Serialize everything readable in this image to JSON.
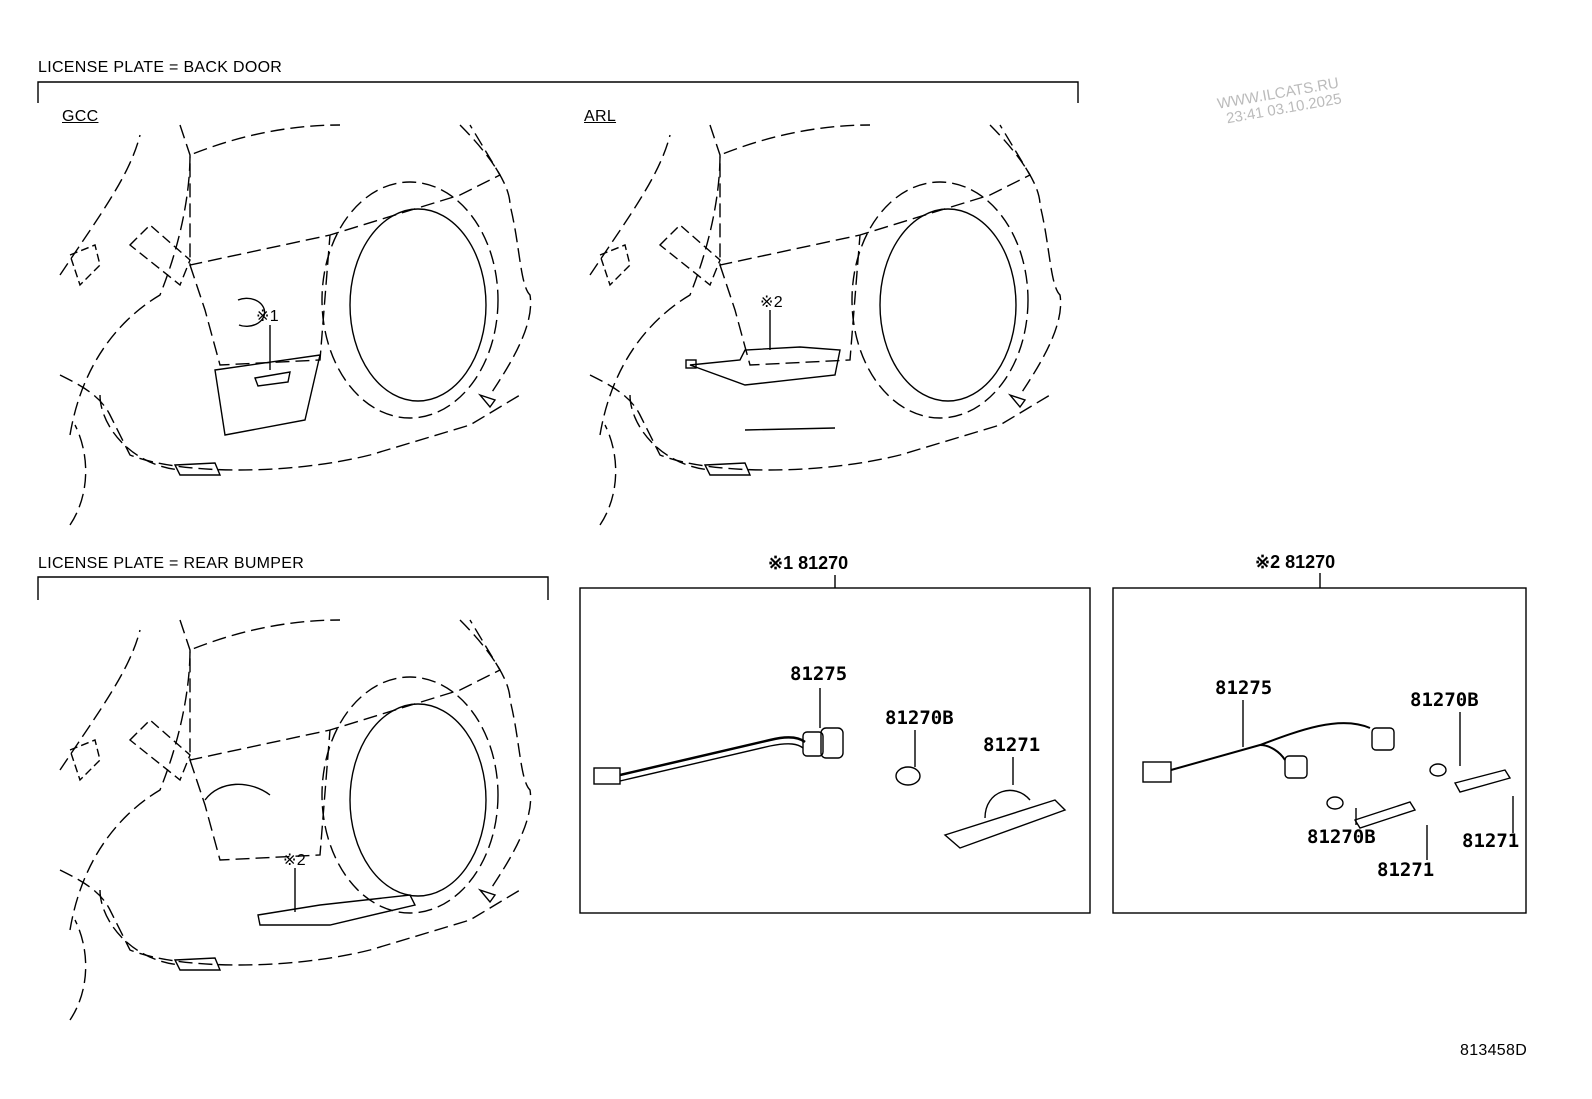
{
  "sections": {
    "back_door": {
      "title": "LICENSE PLATE = BACK DOOR",
      "variants": [
        {
          "code": "GCC",
          "callout": "※1"
        },
        {
          "code": "ARL",
          "callout": "※2"
        }
      ]
    },
    "rear_bumper": {
      "title": "LICENSE PLATE = REAR BUMPER",
      "callout": "※2"
    }
  },
  "assemblies": [
    {
      "header": "※1 81270",
      "parts": [
        "81275",
        "81270B",
        "81271"
      ]
    },
    {
      "header": "※2 81270",
      "parts": [
        "81275",
        "81270B",
        "81270B",
        "81271",
        "81271"
      ]
    }
  ],
  "watermark": {
    "line1": "WWW.ILCATS.RU",
    "line2": "23:41 03.10.2025"
  },
  "diagram_id": "813458D"
}
